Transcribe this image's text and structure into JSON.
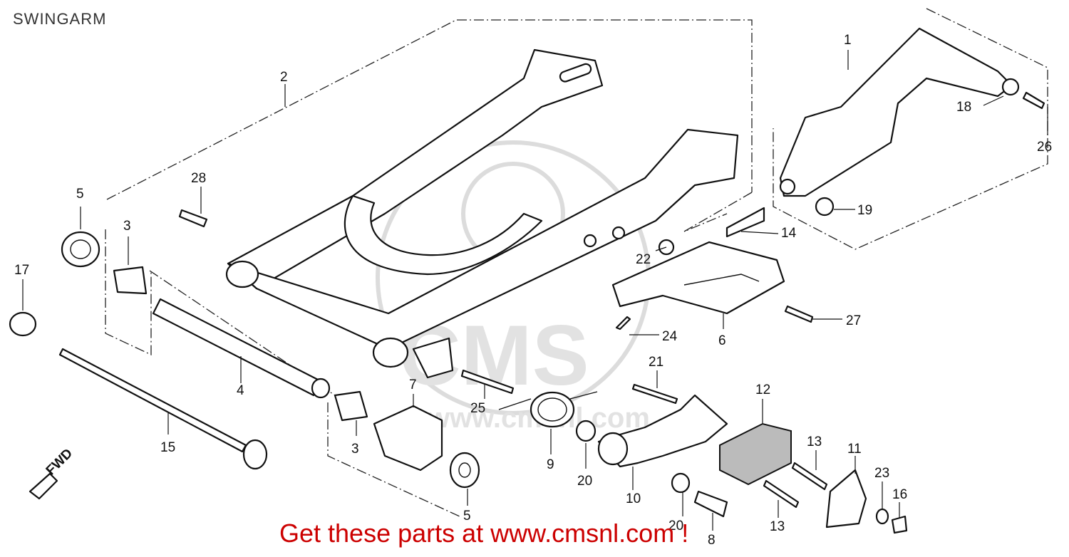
{
  "title": "SWINGARM",
  "promo": "Get these parts at www.cmsnl.com !",
  "watermark": "CMS",
  "watermark_url": "www.cmsnl.com",
  "fwd_label": "FWD",
  "colors": {
    "promo": "#cc0000",
    "line": "#111111",
    "watermark": "#dcdcdc"
  },
  "parts": [
    {
      "id": "callout-1",
      "label": "1"
    },
    {
      "id": "callout-2",
      "label": "2"
    },
    {
      "id": "callout-3a",
      "label": "3"
    },
    {
      "id": "callout-3b",
      "label": "3"
    },
    {
      "id": "callout-4",
      "label": "4"
    },
    {
      "id": "callout-5a",
      "label": "5"
    },
    {
      "id": "callout-5b",
      "label": "5"
    },
    {
      "id": "callout-6",
      "label": "6"
    },
    {
      "id": "callout-7",
      "label": "7"
    },
    {
      "id": "callout-8",
      "label": "8"
    },
    {
      "id": "callout-9",
      "label": "9"
    },
    {
      "id": "callout-10",
      "label": "10"
    },
    {
      "id": "callout-11",
      "label": "11"
    },
    {
      "id": "callout-12",
      "label": "12"
    },
    {
      "id": "callout-13a",
      "label": "13"
    },
    {
      "id": "callout-13b",
      "label": "13"
    },
    {
      "id": "callout-14",
      "label": "14"
    },
    {
      "id": "callout-15",
      "label": "15"
    },
    {
      "id": "callout-16",
      "label": "16"
    },
    {
      "id": "callout-17",
      "label": "17"
    },
    {
      "id": "callout-18",
      "label": "18"
    },
    {
      "id": "callout-19",
      "label": "19"
    },
    {
      "id": "callout-20a",
      "label": "20"
    },
    {
      "id": "callout-20b",
      "label": "20"
    },
    {
      "id": "callout-21",
      "label": "21"
    },
    {
      "id": "callout-22",
      "label": "22"
    },
    {
      "id": "callout-23",
      "label": "23"
    },
    {
      "id": "callout-24",
      "label": "24"
    },
    {
      "id": "callout-25",
      "label": "25"
    },
    {
      "id": "callout-26",
      "label": "26"
    },
    {
      "id": "callout-27",
      "label": "27"
    },
    {
      "id": "callout-28",
      "label": "28"
    }
  ]
}
